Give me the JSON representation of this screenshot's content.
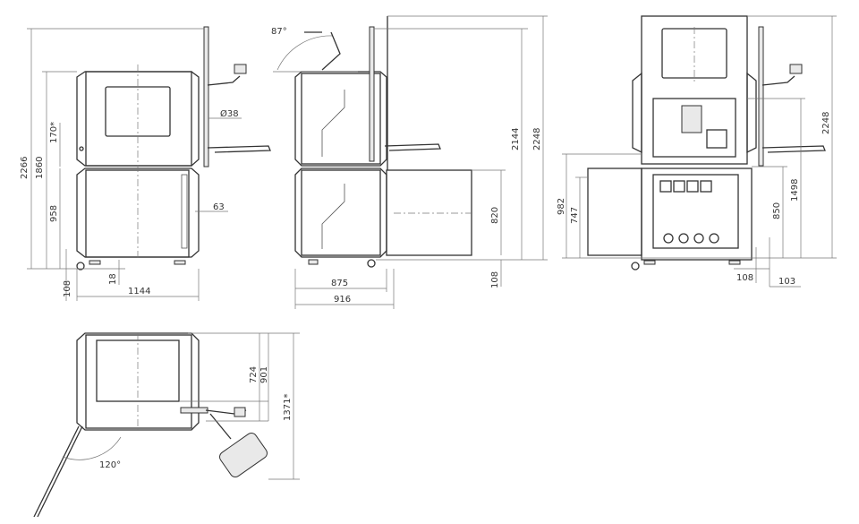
{
  "front_view": {
    "dims": {
      "total_height": "2266",
      "cabinet_height": "1860",
      "offset_star": "170*",
      "lower_height": "958",
      "caster_height": "108",
      "foot_height": "18",
      "width": "1144",
      "pole_diameter": "Ø38",
      "handle_offset": "63"
    }
  },
  "side_view": {
    "dims": {
      "door_angle": "87°",
      "height_a": "2144",
      "height_b": "2248",
      "drawer_height": "820",
      "caster_height": "108",
      "depth_a": "875",
      "depth_b": "916"
    }
  },
  "rear_view": {
    "dims": {
      "drawer_height": "982",
      "drawer_inner": "747",
      "tray_height": "1498",
      "lower_height": "850",
      "total_height": "2248",
      "caster_height": "108",
      "foot_offset": "103"
    }
  },
  "top_view": {
    "dims": {
      "depth_a": "724",
      "depth_b": "901",
      "total_depth": "1371*",
      "door_angle": "120°"
    }
  }
}
